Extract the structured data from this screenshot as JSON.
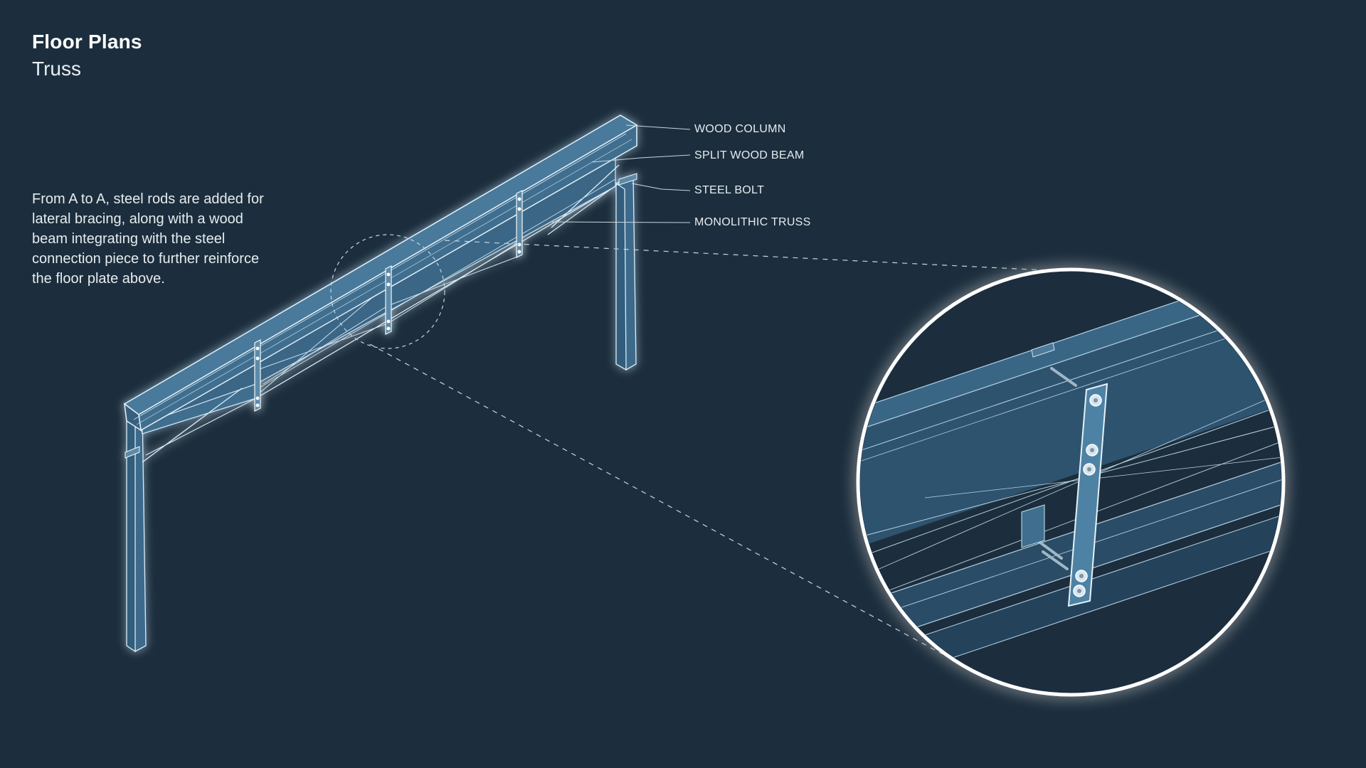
{
  "header": {
    "title": "Floor Plans",
    "subtitle": "Truss"
  },
  "description": "From A to A, steel rods are added for lateral bracing, along with a wood beam integrating with the steel connection piece to further reinforce the floor plate above.",
  "callouts": [
    {
      "label": "WOOD COLUMN"
    },
    {
      "label": "SPLIT WOOD BEAM"
    },
    {
      "label": "STEEL BOLT"
    },
    {
      "label": "MONOLITHIC TRUSS"
    }
  ],
  "colors": {
    "background": "#1c2e3d",
    "wood_fill": "#3f6e8f",
    "line": "#a9c8dc",
    "glow": "#ffffff"
  }
}
